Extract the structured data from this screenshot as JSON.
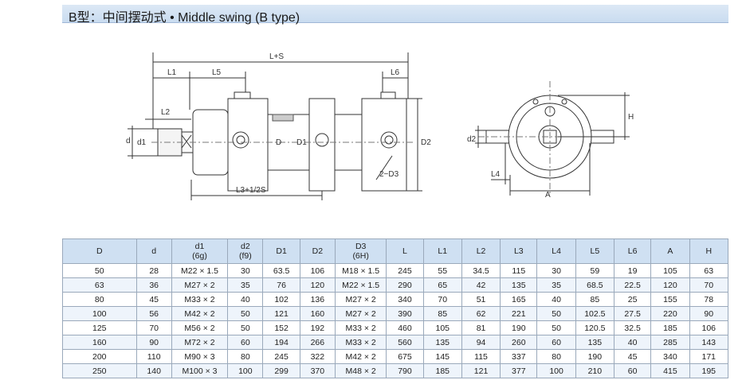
{
  "title": "B型：中间摆动式 • Middle swing (B type)",
  "drawing_labels": {
    "ls": "L+S",
    "l1": "L1",
    "l5": "L5",
    "l6": "L6",
    "l2": "L2",
    "d": "d",
    "d1": "d1",
    "D": "D",
    "D1": "D1",
    "D2": "D2",
    "d3": "2−D3",
    "l3": "L3+1/2S",
    "d2": "d2",
    "l4": "L4",
    "A": "A",
    "H": "H"
  },
  "table": {
    "headers": [
      {
        "main": "D",
        "sub": ""
      },
      {
        "main": "d",
        "sub": ""
      },
      {
        "main": "d1",
        "sub": "(6g)"
      },
      {
        "main": "d2",
        "sub": "(f9)"
      },
      {
        "main": "D1",
        "sub": ""
      },
      {
        "main": "D2",
        "sub": ""
      },
      {
        "main": "D3",
        "sub": "(6H)"
      },
      {
        "main": "L",
        "sub": ""
      },
      {
        "main": "L1",
        "sub": ""
      },
      {
        "main": "L2",
        "sub": ""
      },
      {
        "main": "L3",
        "sub": ""
      },
      {
        "main": "L4",
        "sub": ""
      },
      {
        "main": "L5",
        "sub": ""
      },
      {
        "main": "L6",
        "sub": ""
      },
      {
        "main": "A",
        "sub": ""
      },
      {
        "main": "H",
        "sub": ""
      }
    ],
    "rows": [
      [
        "50",
        "28",
        "M22 × 1.5",
        "30",
        "63.5",
        "106",
        "M18 × 1.5",
        "245",
        "55",
        "34.5",
        "115",
        "30",
        "59",
        "19",
        "105",
        "63"
      ],
      [
        "63",
        "36",
        "M27 × 2",
        "35",
        "76",
        "120",
        "M22 × 1.5",
        "290",
        "65",
        "42",
        "135",
        "35",
        "68.5",
        "22.5",
        "120",
        "70"
      ],
      [
        "80",
        "45",
        "M33 × 2",
        "40",
        "102",
        "136",
        "M27 × 2",
        "340",
        "70",
        "51",
        "165",
        "40",
        "85",
        "25",
        "155",
        "78"
      ],
      [
        "100",
        "56",
        "M42 × 2",
        "50",
        "121",
        "160",
        "M27 × 2",
        "390",
        "85",
        "62",
        "221",
        "50",
        "102.5",
        "27.5",
        "220",
        "90"
      ],
      [
        "125",
        "70",
        "M56 × 2",
        "50",
        "152",
        "192",
        "M33 × 2",
        "460",
        "105",
        "81",
        "190",
        "50",
        "120.5",
        "32.5",
        "185",
        "106"
      ],
      [
        "160",
        "90",
        "M72 × 2",
        "60",
        "194",
        "266",
        "M33 × 2",
        "560",
        "135",
        "94",
        "260",
        "60",
        "135",
        "40",
        "285",
        "143"
      ],
      [
        "200",
        "110",
        "M90 × 3",
        "80",
        "245",
        "322",
        "M42 × 2",
        "675",
        "145",
        "115",
        "337",
        "80",
        "190",
        "45",
        "340",
        "171"
      ],
      [
        "250",
        "140",
        "M100 × 3",
        "100",
        "299",
        "370",
        "M48 × 2",
        "790",
        "185",
        "121",
        "377",
        "100",
        "210",
        "60",
        "415",
        "195"
      ]
    ]
  }
}
